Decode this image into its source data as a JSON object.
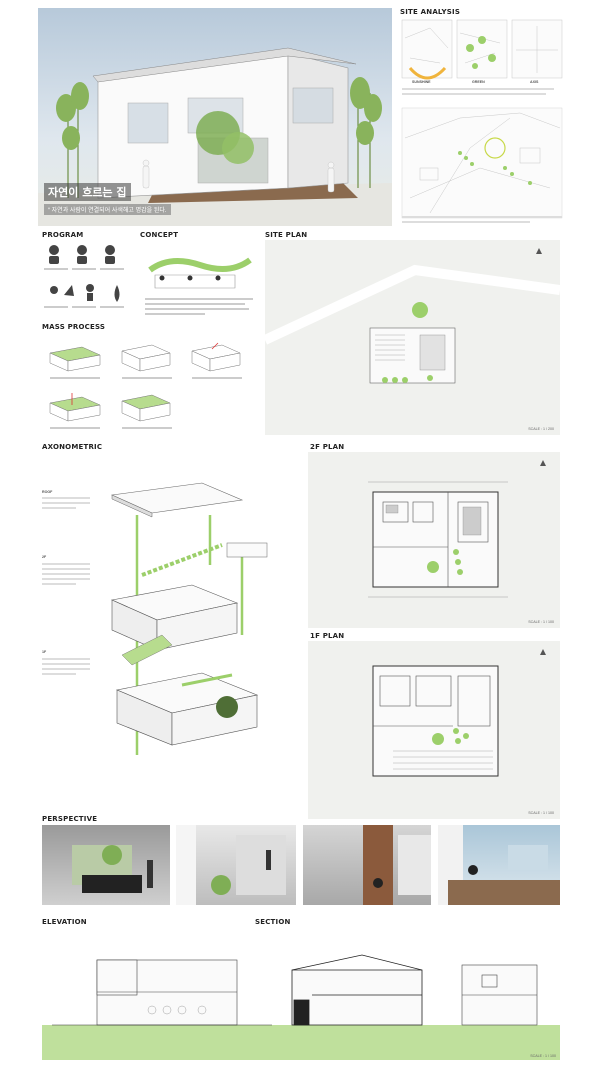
{
  "hero": {
    "title": "자연이 흐르는 집",
    "subtitle": "“ 자연과 사람이 연결되어 사색해고 명감을 된다."
  },
  "site_analysis": {
    "heading": "SITE ANALYSIS",
    "labels": [
      "SUNSHINE",
      "GREEN",
      "AXIS"
    ]
  },
  "program": {
    "heading": "PROGRAM"
  },
  "concept": {
    "heading": "CONCEPT"
  },
  "site_plan": {
    "heading": "SITE PLAN",
    "scale": "SCALE : 1 / 200"
  },
  "mass_process": {
    "heading": "MASS PROCESS"
  },
  "axonometric": {
    "heading": "AXONOMETRIC",
    "labels": [
      "ROOF",
      "2F",
      "1F"
    ]
  },
  "plan_2f": {
    "heading": "2F PLAN",
    "scale": "SCALE : 1 / 100"
  },
  "plan_1f": {
    "heading": "1F PLAN",
    "scale": "SCALE : 1 / 100"
  },
  "perspective": {
    "heading": "PERSPECTIVE"
  },
  "elevation": {
    "heading": "ELEVATION"
  },
  "section": {
    "heading": "SECTION",
    "scale": "SCALE : 1 / 100"
  },
  "colors": {
    "accent_green": "#9ccf6a",
    "panel_bg": "#f0f1ee",
    "sky": "#c9d6e2"
  }
}
